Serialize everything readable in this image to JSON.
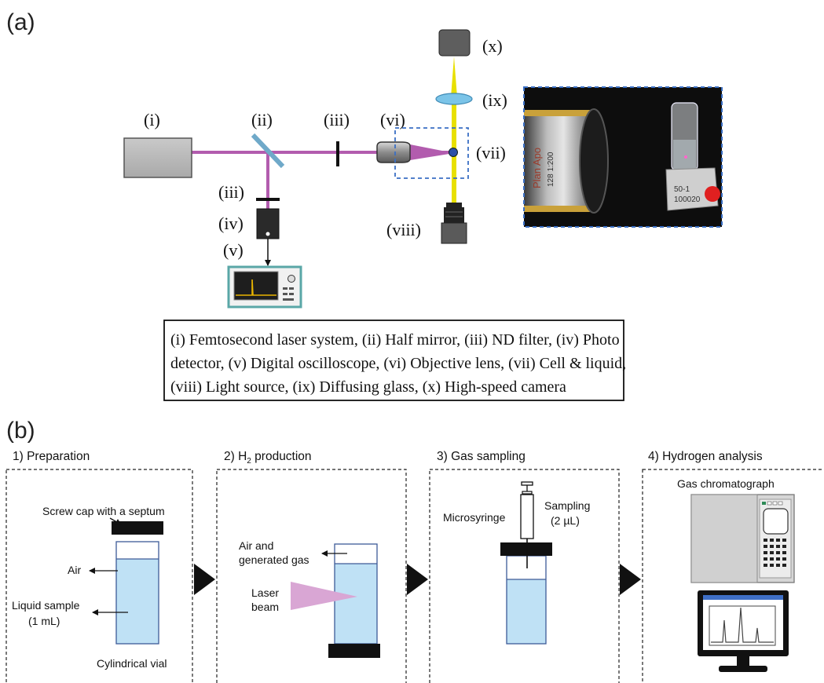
{
  "panel_a": {
    "label": "(a)",
    "components": {
      "i": "(i)",
      "ii": "(ii)",
      "iii_top": "(iii)",
      "iii_side": "(iii)",
      "iv": "(iv)",
      "v": "(v)",
      "vi": "(vi)",
      "vii": "(vii)",
      "viii": "(viii)",
      "ix": "(ix)",
      "x": "(x)"
    },
    "legend": {
      "line1": "(i) Femtosecond laser system, (ii) Half mirror, (iii) ND filter, (iv) Photo",
      "line2": "detector, (v) Digital oscilloscope, (vi) Objective lens, (vii) Cell & liquid,",
      "line3": "(viii) Light source, (ix) Diffusing glass, (x) High-speed camera"
    },
    "photo": {
      "lens_text": "Plan Apo",
      "lens_sub": "128 1:200",
      "stage_text1": "50-1",
      "stage_text2": "100020"
    },
    "colors": {
      "laser_beam": "#b25cae",
      "illumination": "#e8e000",
      "dashed_box": "#3a6fc4"
    }
  },
  "panel_b": {
    "label": "(b)",
    "steps": [
      {
        "title": "1) Preparation"
      },
      {
        "title_prefix": "2) H",
        "title_sub": "2",
        "title_suffix": " production"
      },
      {
        "title": "3) Gas sampling"
      },
      {
        "title": "4) Hydrogen analysis"
      }
    ],
    "step1": {
      "cap": "Screw cap with a septum",
      "air": "Air",
      "liquid_line1": "Liquid sample",
      "liquid_line2": "(1 mL)",
      "vial": "Cylindrical vial"
    },
    "step2": {
      "gas_line1": "Air and",
      "gas_line2": "generated gas",
      "laser_line1": "Laser",
      "laser_line2": "beam"
    },
    "step3": {
      "syringe": "Microsyringe",
      "sampling_line1": "Sampling",
      "sampling_line2": "(2 µL)"
    },
    "step4": {
      "instrument": "Gas chromatograph"
    },
    "colors": {
      "liquid": "#bfe1f5",
      "laser_cone": "#d9a6d4"
    }
  }
}
